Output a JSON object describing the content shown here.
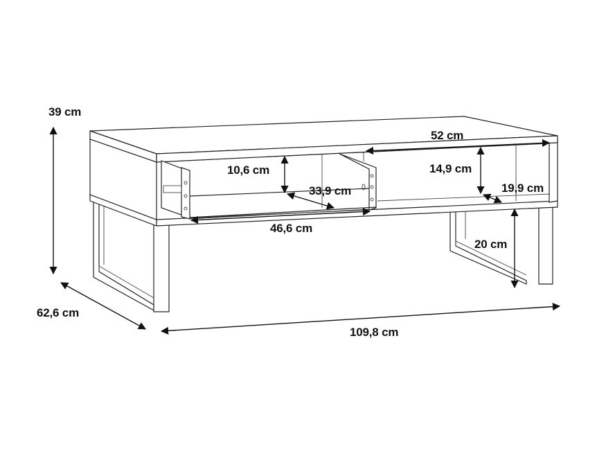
{
  "diagram": {
    "subject": "coffee table with open drawer",
    "colors": {
      "line": "#222222",
      "label": "#111111",
      "background": "#ffffff"
    },
    "dimensions": {
      "height_total": "39 cm",
      "depth_total": "62,6 cm",
      "width_total": "109,8 cm",
      "drawer_height": "10,6 cm",
      "drawer_depth": "33,9 cm",
      "drawer_width": "46,6 cm",
      "compartment_width": "52 cm",
      "compartment_height": "14,9 cm",
      "compartment_depth": "19,9 cm",
      "leg_clearance": "20 cm"
    }
  }
}
